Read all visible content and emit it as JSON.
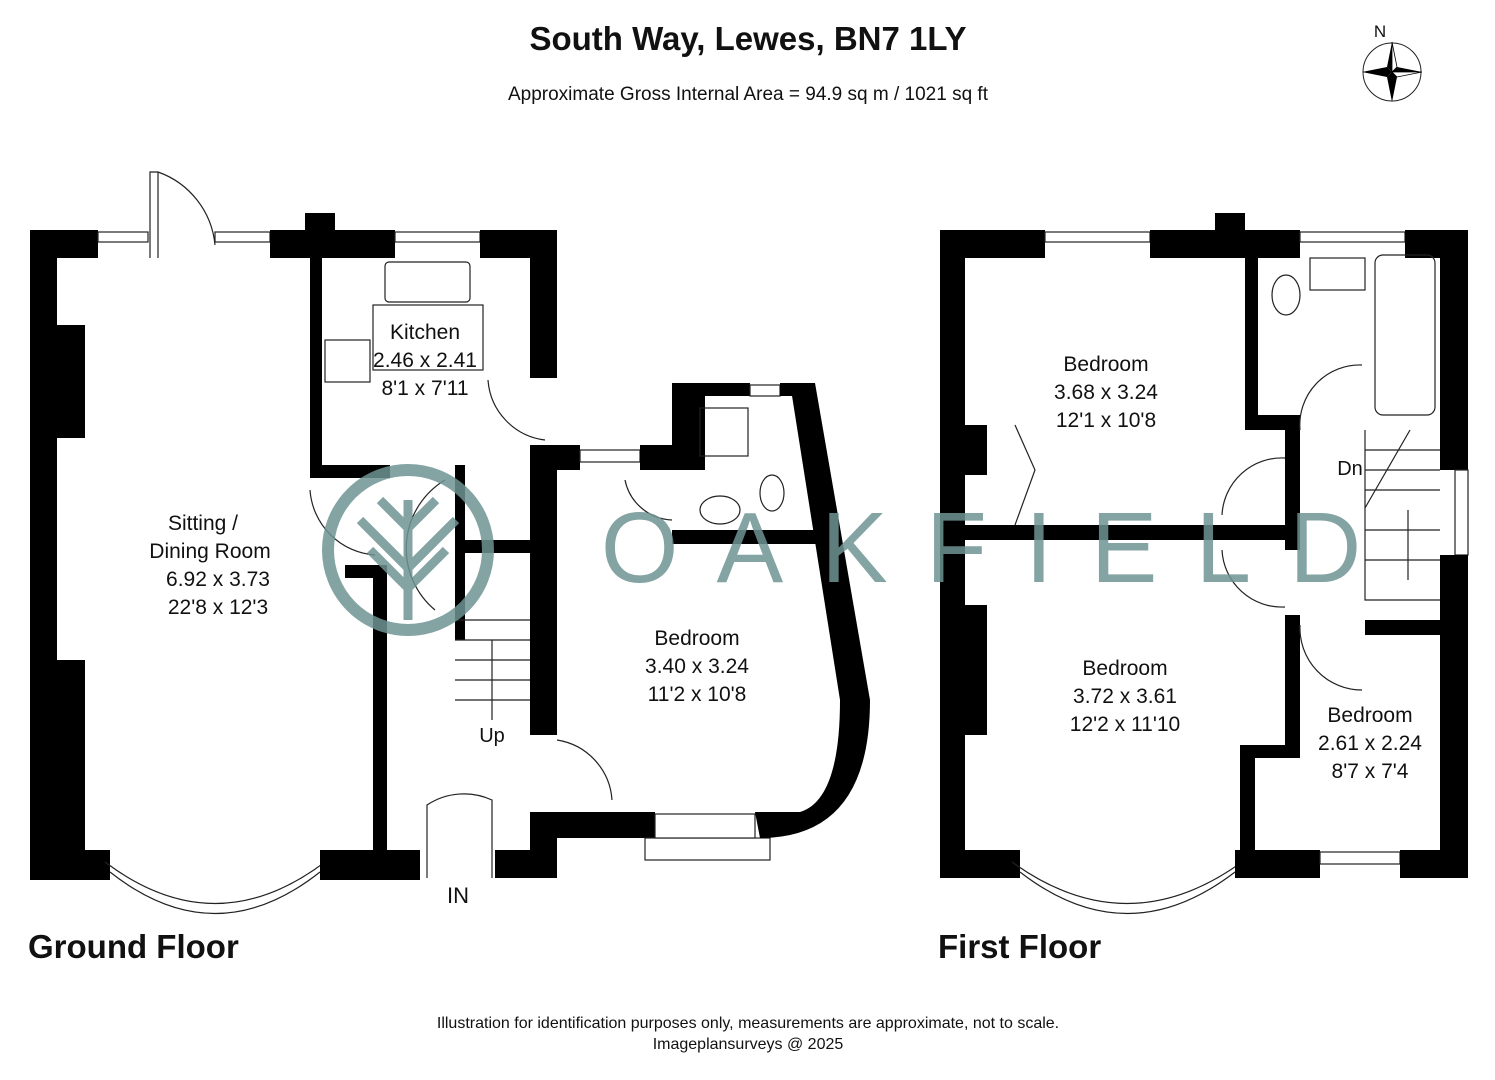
{
  "header": {
    "title": "South Way, Lewes, BN7 1LY",
    "subtitle": "Approximate Gross Internal Area = 94.9 sq m / 1021 sq ft",
    "compass_label": "N"
  },
  "watermark": {
    "text": "OAKFIELD",
    "color": "#6f9494"
  },
  "ground_floor": {
    "label": "Ground Floor",
    "entrance_label": "IN",
    "stairs_label": "Up",
    "rooms": [
      {
        "name": "Kitchen",
        "metric": "2.46 x 2.41",
        "imperial": "8'1 x 7'11"
      },
      {
        "name": "Sitting /",
        "name2": "Dining Room",
        "metric": "6.92 x 3.73",
        "imperial": "22'8 x 12'3"
      },
      {
        "name": "Bedroom",
        "metric": "3.40 x 3.24",
        "imperial": "11'2 x 10'8"
      }
    ]
  },
  "first_floor": {
    "label": "First Floor",
    "stairs_label": "Dn",
    "rooms": [
      {
        "name": "Bedroom",
        "metric": "3.68 x 3.24",
        "imperial": "12'1 x 10'8"
      },
      {
        "name": "Bedroom",
        "metric": "3.72 x 3.61",
        "imperial": "12'2 x 11'10"
      },
      {
        "name": "Bedroom",
        "metric": "2.61 x 2.24",
        "imperial": "8'7 x 7'4"
      }
    ]
  },
  "footer": {
    "disclaimer": "Illustration for identification purposes only, measurements are approximate, not to scale.",
    "credit": "Imageplansurveys @ 2025"
  }
}
